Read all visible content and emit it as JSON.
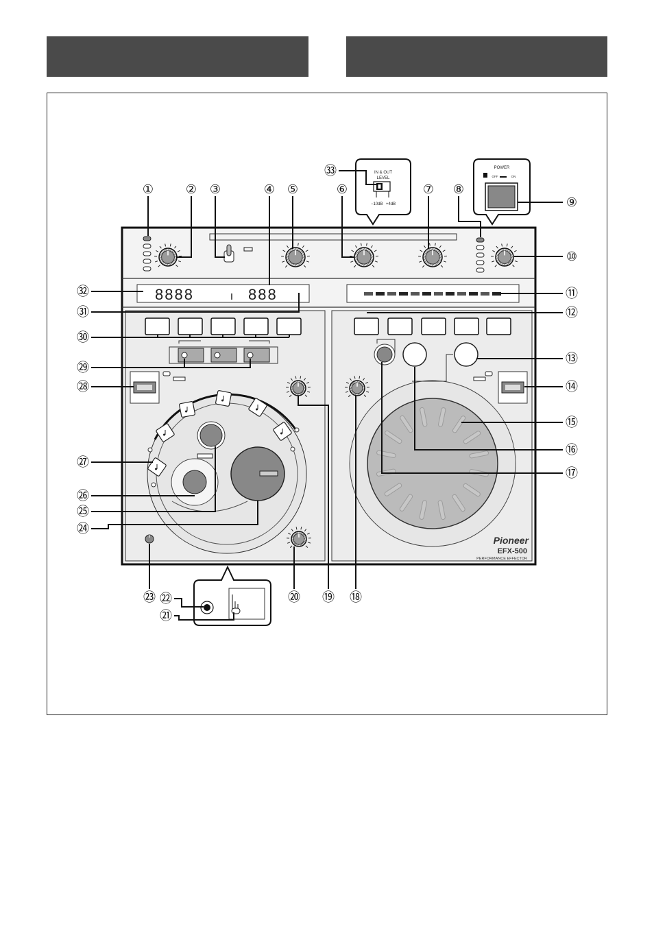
{
  "device": {
    "brand": "Pioneer",
    "model": "EFX-500",
    "subtitle": "PERFORMANCE EFFECTOR"
  },
  "callouts": {
    "c1": "①",
    "c2": "②",
    "c3": "③",
    "c4": "④",
    "c5": "⑤",
    "c6": "⑥",
    "c7": "⑦",
    "c8": "⑧",
    "c9": "⑨",
    "c10": "⑩",
    "c11": "⑪",
    "c12": "⑫",
    "c13": "⑬",
    "c14": "⑭",
    "c15": "⑮",
    "c16": "⑯",
    "c17": "⑰",
    "c18": "⑱",
    "c19": "⑲",
    "c20": "⑳",
    "c21": "㉑",
    "c22": "㉒",
    "c23": "㉓",
    "c24": "㉔",
    "c25": "㉕",
    "c26": "㉖",
    "c27": "㉗",
    "c28": "㉘",
    "c29": "㉙",
    "c30": "㉚",
    "c31": "㉛",
    "c32": "㉜",
    "c33": "㉝"
  },
  "level_inset": {
    "title_line1": "IN & OUT",
    "title_line2": "LEVEL",
    "left": "−10dB",
    "right": "+4dB"
  },
  "power_inset": {
    "title": "POWER",
    "off": "OFF",
    "on": "ON"
  },
  "display": {
    "left_digits": "8888",
    "right_digits": "888"
  }
}
